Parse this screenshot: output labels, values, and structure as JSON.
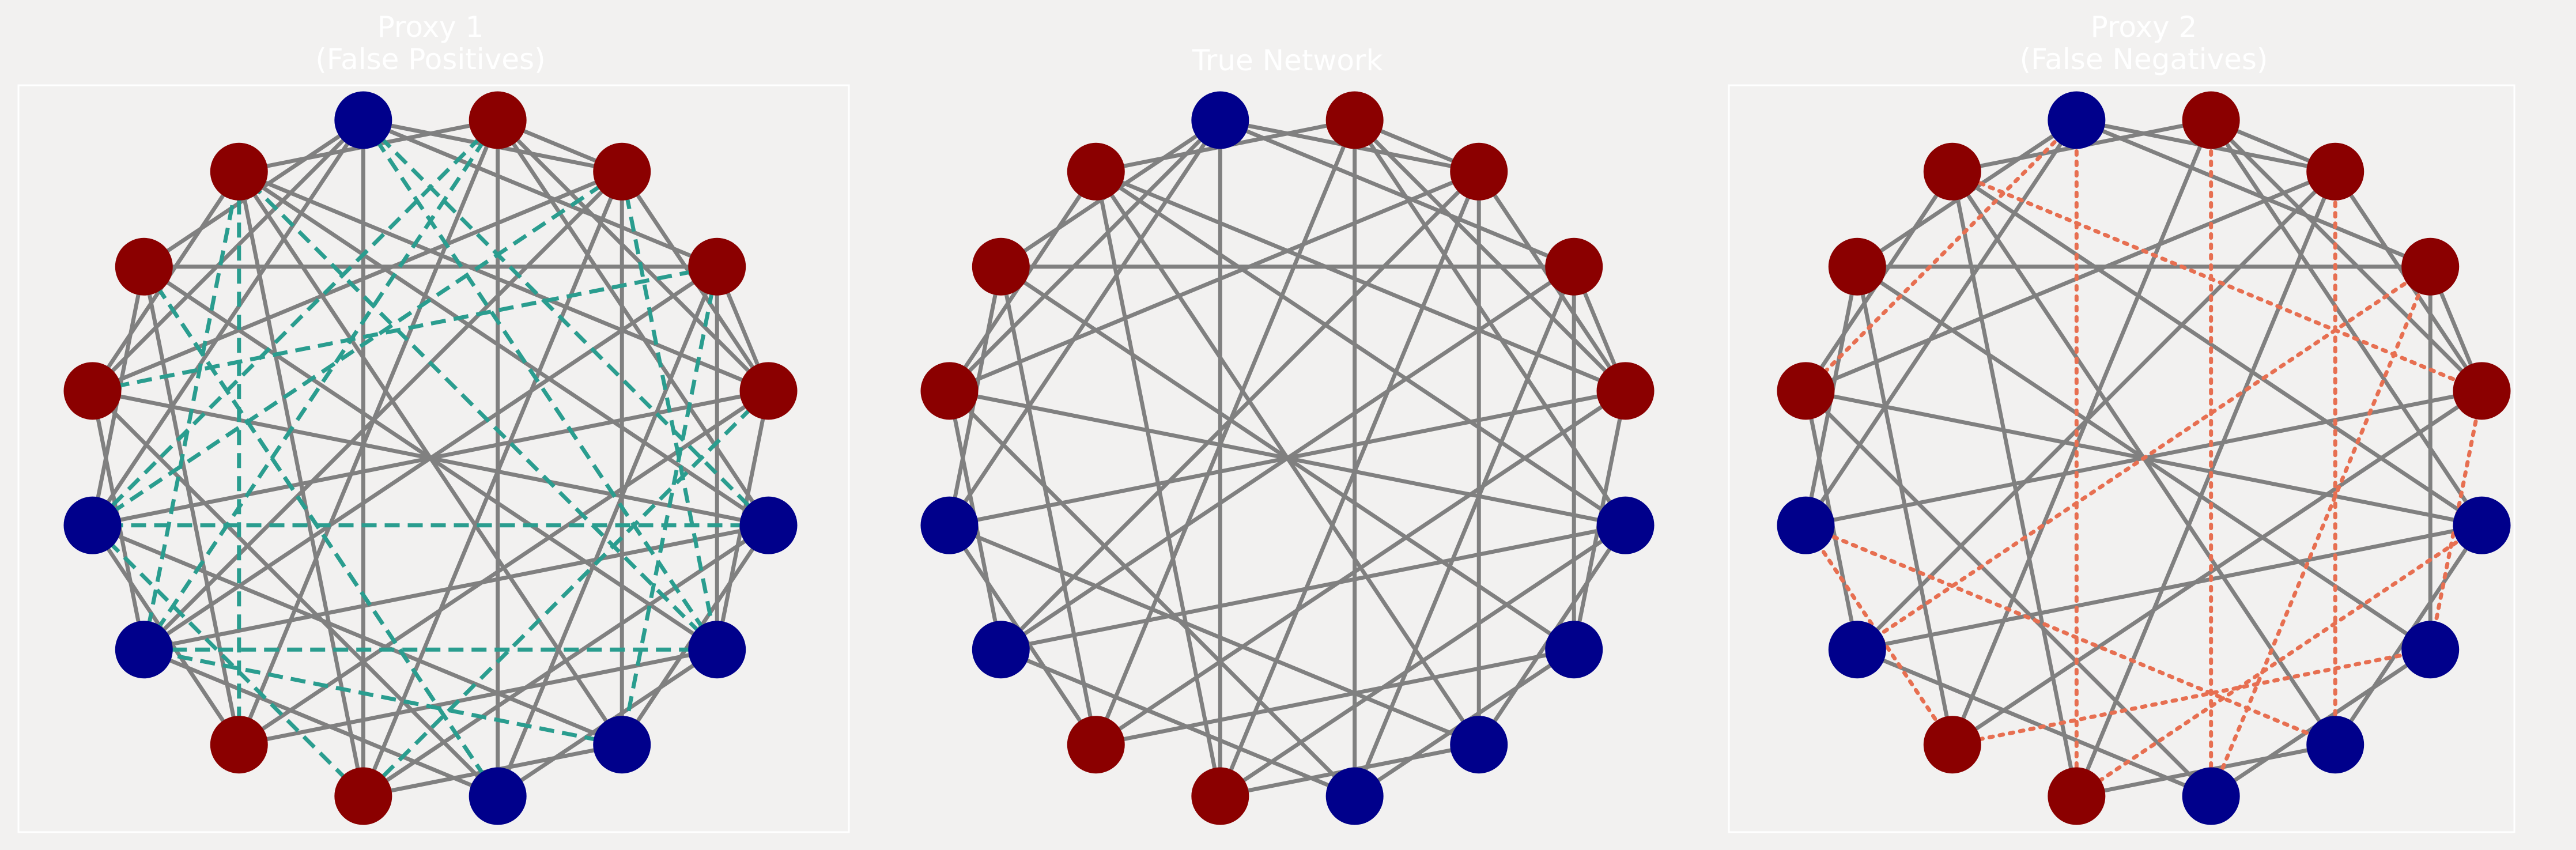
{
  "colors": {
    "background": "#f2f1f0",
    "node_red": "#8b0000",
    "node_blue": "#00008b",
    "edge_true": "#808080",
    "edge_false_positive": "#2a9d8f",
    "edge_false_negative": "#e76f51",
    "title_text": "#ffffff"
  },
  "panels": [
    {
      "id": "proxy-1",
      "title_lines": [
        "Proxy 1",
        "(False Positives)"
      ],
      "boxed": true,
      "node_groups": [
        "B",
        "R",
        "R",
        "R",
        "R",
        "B",
        "B",
        "B",
        "B",
        "R",
        "R",
        "B",
        "B",
        "R",
        "R",
        "R"
      ],
      "edges": [
        [
          0,
          2
        ],
        [
          0,
          3
        ],
        [
          0,
          9
        ],
        [
          0,
          12
        ],
        [
          0,
          13
        ],
        [
          1,
          2
        ],
        [
          1,
          4
        ],
        [
          1,
          5
        ],
        [
          1,
          8
        ],
        [
          1,
          10
        ],
        [
          2,
          4
        ],
        [
          2,
          7
        ],
        [
          2,
          9
        ],
        [
          2,
          11
        ],
        [
          2,
          13
        ],
        [
          3,
          4
        ],
        [
          3,
          6
        ],
        [
          3,
          8
        ],
        [
          3,
          14
        ],
        [
          4,
          6
        ],
        [
          4,
          10
        ],
        [
          4,
          12
        ],
        [
          4,
          15
        ],
        [
          5,
          7
        ],
        [
          5,
          9
        ],
        [
          5,
          11
        ],
        [
          5,
          13
        ],
        [
          6,
          8
        ],
        [
          6,
          10
        ],
        [
          6,
          14
        ],
        [
          7,
          9
        ],
        [
          7,
          12
        ],
        [
          7,
          15
        ],
        [
          8,
          11
        ],
        [
          8,
          13
        ],
        [
          9,
          15
        ],
        [
          10,
          12
        ],
        [
          10,
          14
        ],
        [
          11,
          13
        ],
        [
          12,
          14
        ],
        [
          13,
          15
        ],
        [
          14,
          0
        ],
        [
          15,
          1
        ],
        [
          3,
          11
        ],
        [
          5,
          15
        ]
      ],
      "extra_edges": [
        [
          0,
          5
        ],
        [
          0,
          6
        ],
        [
          1,
          11
        ],
        [
          1,
          12
        ],
        [
          2,
          6
        ],
        [
          2,
          12
        ],
        [
          3,
          7
        ],
        [
          3,
          13
        ],
        [
          4,
          9
        ],
        [
          5,
          12
        ],
        [
          6,
          11
        ],
        [
          6,
          15
        ],
        [
          7,
          11
        ],
        [
          8,
          14
        ],
        [
          9,
          12
        ],
        [
          10,
          15
        ],
        [
          11,
          15
        ],
        [
          14,
          8
        ]
      ]
    },
    {
      "id": "true-network",
      "title_lines": [
        "True Network"
      ],
      "boxed": false,
      "node_groups": [
        "B",
        "R",
        "R",
        "R",
        "R",
        "B",
        "B",
        "B",
        "B",
        "R",
        "R",
        "B",
        "B",
        "R",
        "R",
        "R"
      ],
      "edges": [
        [
          0,
          2
        ],
        [
          0,
          3
        ],
        [
          0,
          9
        ],
        [
          0,
          12
        ],
        [
          0,
          13
        ],
        [
          1,
          2
        ],
        [
          1,
          4
        ],
        [
          1,
          5
        ],
        [
          1,
          8
        ],
        [
          1,
          10
        ],
        [
          2,
          4
        ],
        [
          2,
          7
        ],
        [
          2,
          9
        ],
        [
          2,
          11
        ],
        [
          2,
          13
        ],
        [
          3,
          4
        ],
        [
          3,
          6
        ],
        [
          3,
          8
        ],
        [
          3,
          14
        ],
        [
          4,
          6
        ],
        [
          4,
          10
        ],
        [
          4,
          12
        ],
        [
          4,
          15
        ],
        [
          5,
          7
        ],
        [
          5,
          9
        ],
        [
          5,
          11
        ],
        [
          5,
          13
        ],
        [
          6,
          8
        ],
        [
          6,
          10
        ],
        [
          6,
          14
        ],
        [
          7,
          9
        ],
        [
          7,
          12
        ],
        [
          7,
          15
        ],
        [
          8,
          11
        ],
        [
          8,
          13
        ],
        [
          9,
          15
        ],
        [
          10,
          12
        ],
        [
          10,
          14
        ],
        [
          11,
          13
        ],
        [
          12,
          14
        ],
        [
          13,
          15
        ],
        [
          14,
          0
        ],
        [
          15,
          1
        ],
        [
          3,
          11
        ],
        [
          5,
          15
        ]
      ],
      "extra_edges": []
    },
    {
      "id": "proxy-2",
      "title_lines": [
        "Proxy 2",
        "(False Negatives)"
      ],
      "boxed": true,
      "node_groups": [
        "B",
        "R",
        "R",
        "R",
        "R",
        "B",
        "B",
        "B",
        "B",
        "R",
        "R",
        "B",
        "B",
        "R",
        "R",
        "R"
      ],
      "edges": [
        [
          0,
          2
        ],
        [
          0,
          3
        ],
        [
          0,
          12
        ],
        [
          1,
          2
        ],
        [
          1,
          4
        ],
        [
          1,
          5
        ],
        [
          1,
          10
        ],
        [
          2,
          4
        ],
        [
          2,
          9
        ],
        [
          2,
          11
        ],
        [
          2,
          13
        ],
        [
          3,
          4
        ],
        [
          3,
          6
        ],
        [
          3,
          14
        ],
        [
          4,
          10
        ],
        [
          4,
          12
        ],
        [
          5,
          7
        ],
        [
          5,
          11
        ],
        [
          5,
          13
        ],
        [
          6,
          8
        ],
        [
          6,
          14
        ],
        [
          7,
          9
        ],
        [
          7,
          15
        ],
        [
          8,
          11
        ],
        [
          8,
          13
        ],
        [
          9,
          15
        ],
        [
          10,
          14
        ],
        [
          11,
          13
        ],
        [
          12,
          14
        ],
        [
          13,
          15
        ],
        [
          14,
          0
        ],
        [
          15,
          1
        ],
        [
          5,
          15
        ]
      ],
      "extra_edges": [
        [
          0,
          9
        ],
        [
          0,
          13
        ],
        [
          1,
          8
        ],
        [
          2,
          7
        ],
        [
          3,
          8
        ],
        [
          4,
          6
        ],
        [
          4,
          15
        ],
        [
          5,
          9
        ],
        [
          6,
          10
        ],
        [
          7,
          12
        ],
        [
          10,
          12
        ],
        [
          3,
          11
        ]
      ]
    }
  ]
}
